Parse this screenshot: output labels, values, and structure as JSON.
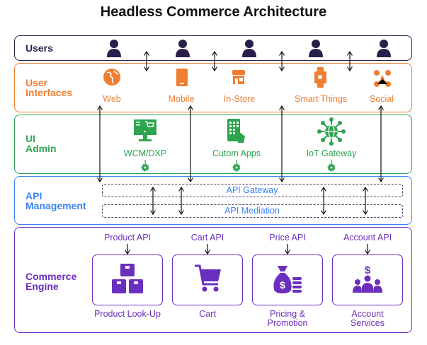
{
  "title": "Headless Commerce Architecture",
  "colors": {
    "users": "#2a1f4a",
    "ui": "#ef7d32",
    "admin": "#2ea44f",
    "api": "#3b82f6",
    "commerce": "#6b2fbf"
  },
  "layers": {
    "users": {
      "label": "Users",
      "count": 5
    },
    "ui": {
      "label_1": "User",
      "label_2": "Interfaces",
      "items": [
        "Web",
        "Mobile",
        "In-Store",
        "Smart Things",
        "Social"
      ]
    },
    "admin": {
      "label_1": "UI",
      "label_2": "Admin",
      "items": [
        "WCM/DXP",
        "Cutom Apps",
        "IoT Gateway"
      ]
    },
    "api": {
      "label_1": "API",
      "label_2": "Management",
      "gateway": "API Gateway",
      "mediation": "API Mediation"
    },
    "commerce": {
      "label_1": "Commerce",
      "label_2": "Engine",
      "apis": [
        "Product API",
        "Cart API",
        "Price API",
        "Account API"
      ],
      "services": [
        {
          "l1": "Product Look-Up",
          "l2": ""
        },
        {
          "l1": "Cart",
          "l2": ""
        },
        {
          "l1": "Pricing &",
          "l2": "Promotion"
        },
        {
          "l1": "Account",
          "l2": "Services"
        }
      ]
    }
  }
}
